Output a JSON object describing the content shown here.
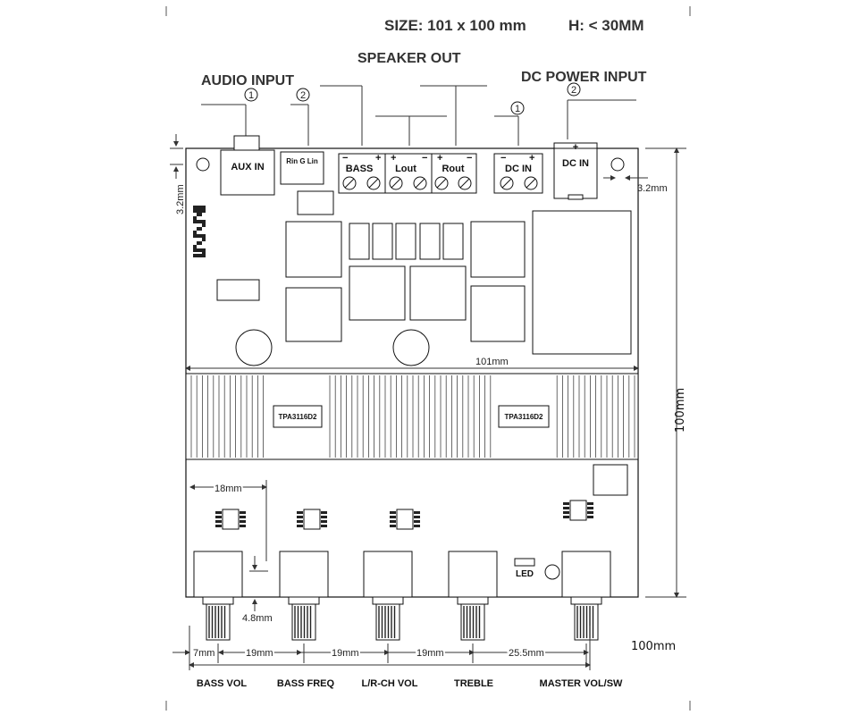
{
  "header": {
    "size": "SIZE:  101 x 100 mm",
    "height": "H:  < 30MM"
  },
  "section_labels": {
    "speaker_out": "SPEAKER  OUT",
    "audio_input": "AUDIO INPUT",
    "dc_power_input": "DC POWER INPUT"
  },
  "callouts": {
    "audio_1": "1",
    "audio_2": "2",
    "dc_1": "1",
    "dc_2": "2"
  },
  "connectors": {
    "aux_in": "AUX IN",
    "rin_g_lin": "Rin G  Lin",
    "bass": "BASS",
    "lout": "Lout",
    "rout": "Rout",
    "dc_in_terminal": "DC IN",
    "dc_in_jack": "DC IN",
    "minus": "−",
    "plus": "+"
  },
  "chips": {
    "left": "TPA3116D2",
    "right": "TPA3116D2"
  },
  "led": "LED",
  "dimensions": {
    "width_101": "101mm",
    "height_100": "100mm",
    "hole_left": "3.2mm",
    "hole_right": "3.2mm",
    "knob_18": "18mm",
    "knob_48": "4.8mm",
    "pitch_7": "7mm",
    "pitch_19a": "19mm",
    "pitch_19b": "19mm",
    "pitch_19c": "19mm",
    "pitch_255": "25.5mm",
    "total_100": "100mm"
  },
  "knob_labels": [
    "BASS VOL",
    "BASS FREQ",
    "L/R-CH VOL",
    "TREBLE",
    "MASTER VOL/SW"
  ]
}
